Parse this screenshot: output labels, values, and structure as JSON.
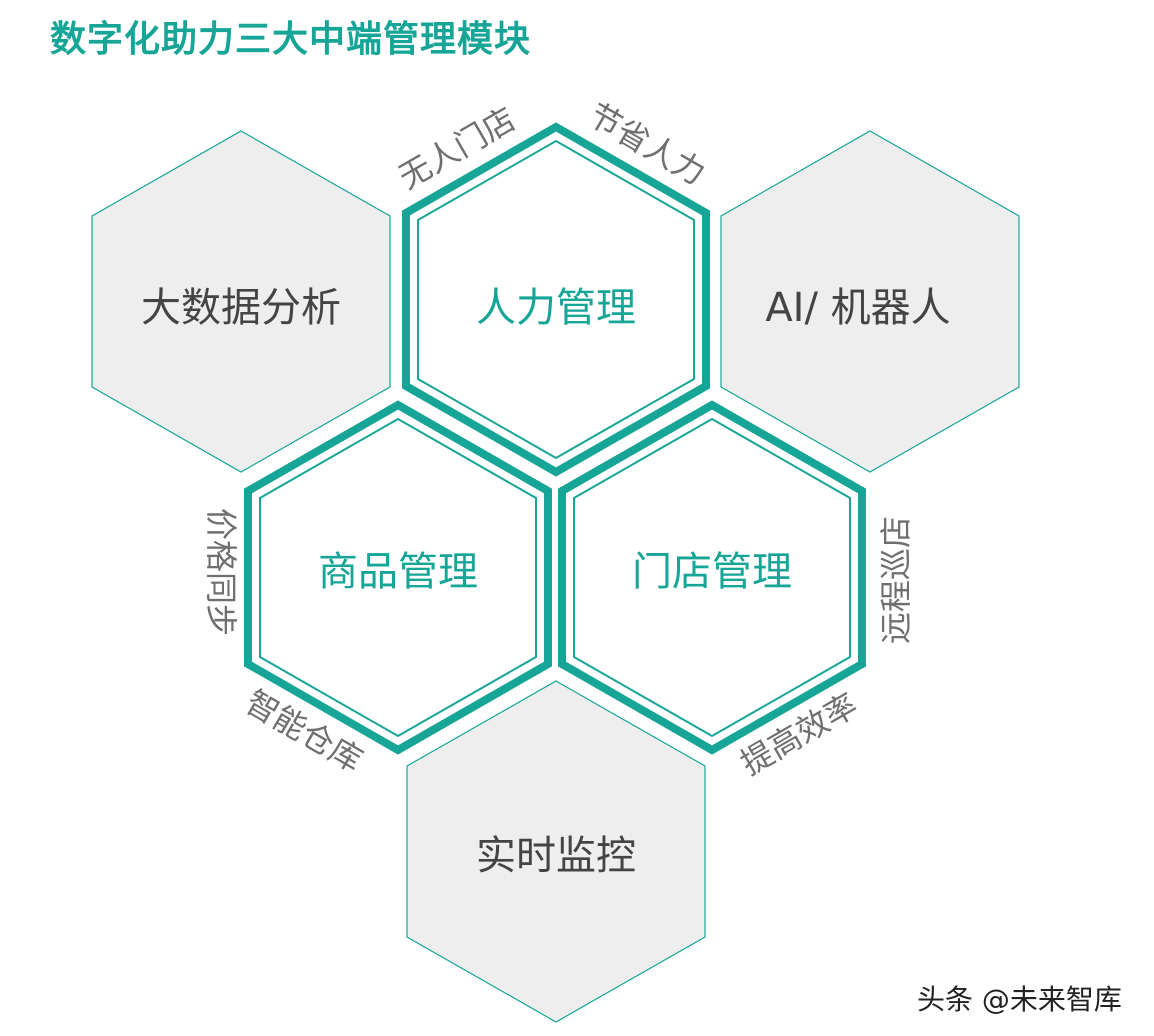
{
  "title": "数字化助力三大中端管理模块",
  "colors": {
    "accent": "#16a596",
    "gray_fill": "#eeeeee",
    "text_gray": "#444444",
    "label_gray": "#6f6f6f"
  },
  "modules": {
    "big_data": "大数据分析",
    "hr": "人力管理",
    "ai": "AI/ 机器人",
    "goods": "商品管理",
    "store": "门店管理",
    "monitor": "实时监控"
  },
  "side_labels": {
    "unmanned_store": "无人门店",
    "save_labor": "节省人力",
    "price_sync": "价格同步",
    "smart_warehouse": "智能仓库",
    "remote_patrol": "远程巡店",
    "efficiency": "提高效率"
  },
  "watermark": "头条 @未来智库"
}
